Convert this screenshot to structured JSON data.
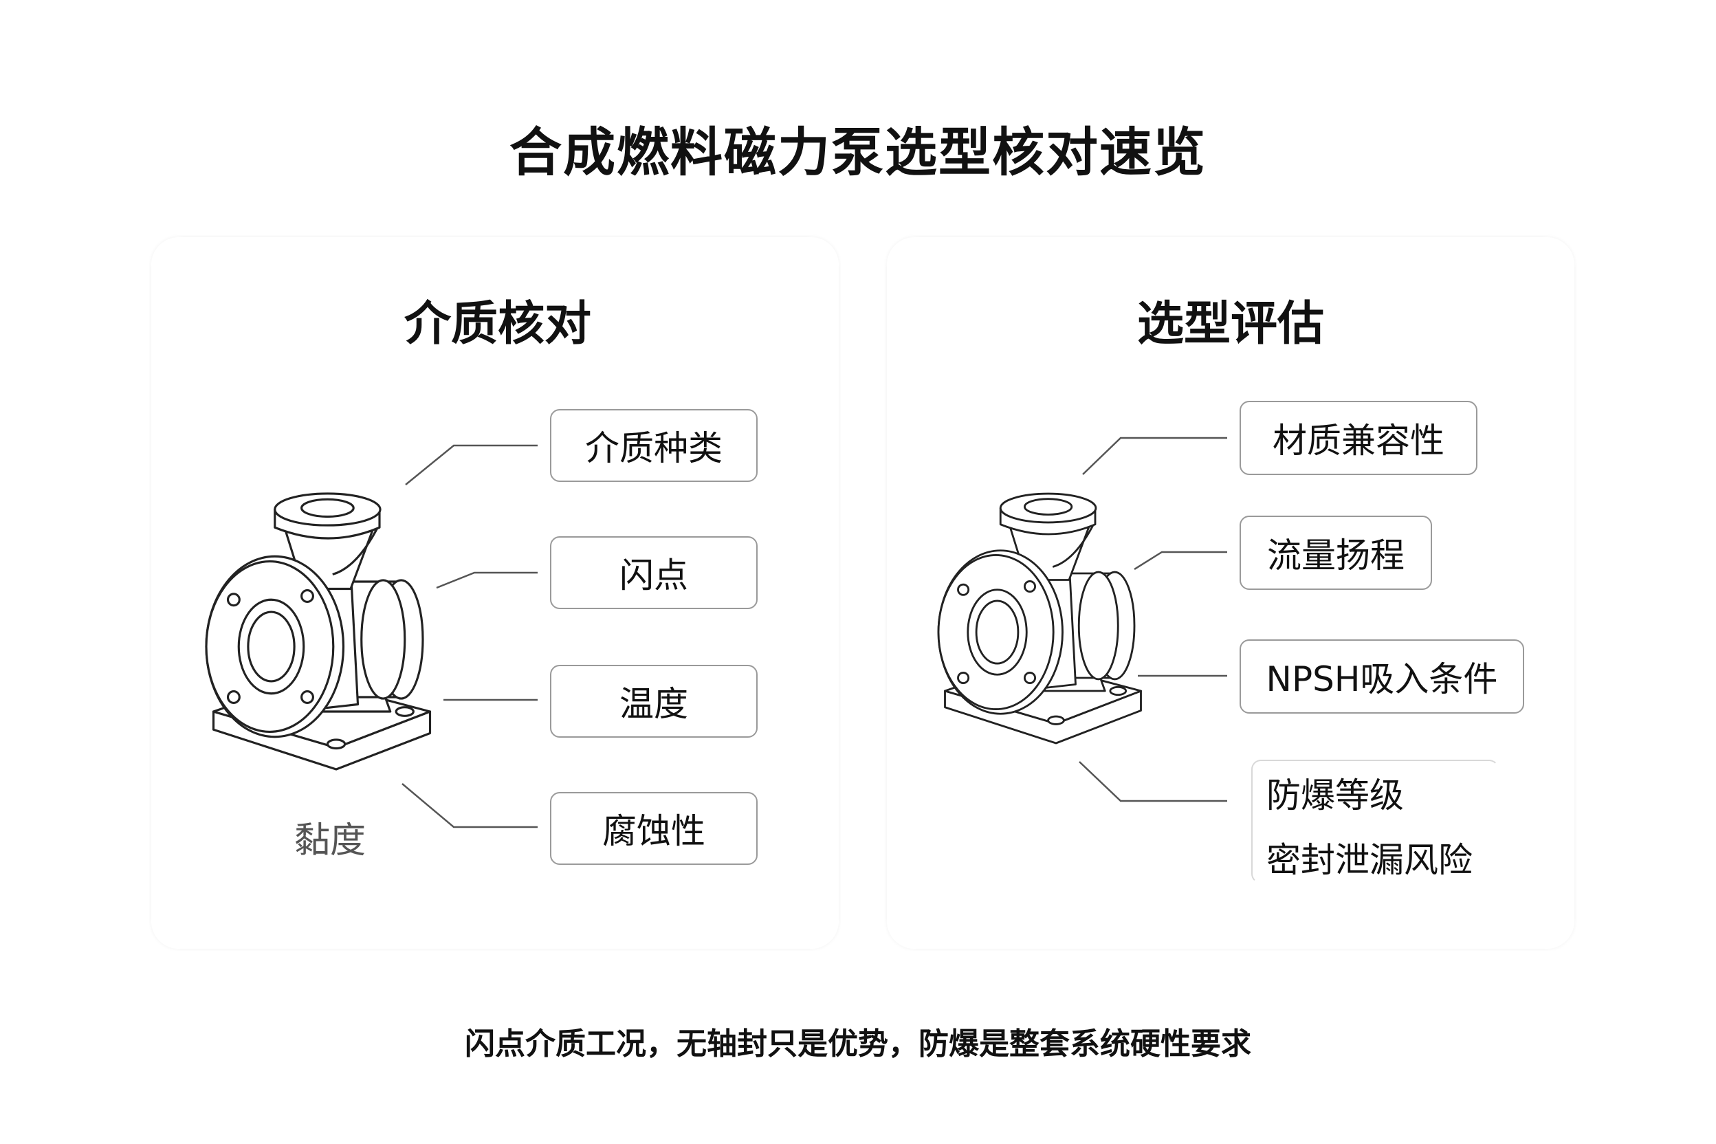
{
  "title": "合成燃料磁力泵选型核对速览",
  "left_panel": {
    "heading": "介质核对",
    "labels": [
      "介质种类",
      "闪点",
      "温度",
      "腐蚀性"
    ],
    "loose_label": "黏度"
  },
  "right_panel": {
    "heading": "选型评估",
    "labels": [
      "材质兼容性",
      "流量扬程",
      "NPSH吸入条件"
    ],
    "multi_label": [
      "防爆等级",
      "密封泄漏风险"
    ]
  },
  "footer": "闪点介质工况，无轴封只是优势，防爆是整套系统硬性要求",
  "colors": {
    "box_border": "#9a9a9a",
    "line": "#555555",
    "text": "#111111"
  }
}
